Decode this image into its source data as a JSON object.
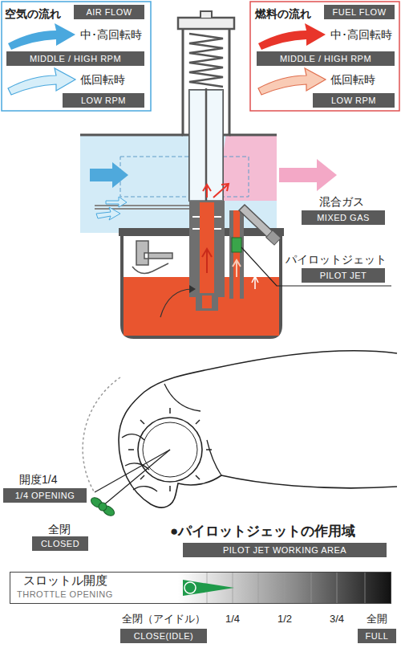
{
  "diagram": {
    "nodes": [
      {
        "text": [
          "スロットル開度",
          "THROTTLE OPENING"
        ]
      }
    ],
    "labels": [
      "空気の流れ",
      "AIR FLOW",
      "MIDDLE / HIGH RPM",
      "LOW RPM",
      "燃料の流れ",
      "FUEL FLOW",
      "MIDDLE / HIGH RPM",
      "LOW RPM",
      "混合ガス",
      "MIXED GAS",
      "パイロットジェット",
      "PILOT JET",
      "開度1/4",
      "1/4 OPENING",
      "全閉",
      "CLOSED",
      "●パイロットジェットの作用域",
      "PILOT JET WORKING AREA",
      "全閉（アイドル）",
      "1/4",
      "1/2",
      "3/4",
      "全開",
      "CLOSE(IDLE)",
      "FULL"
    ],
    "legend": [
      {
        "text": "中･高回転時"
      },
      {
        "text": "低回転時"
      },
      {
        "text": "中･高回転時"
      },
      {
        "text": "低回転時"
      }
    ]
  }
}
